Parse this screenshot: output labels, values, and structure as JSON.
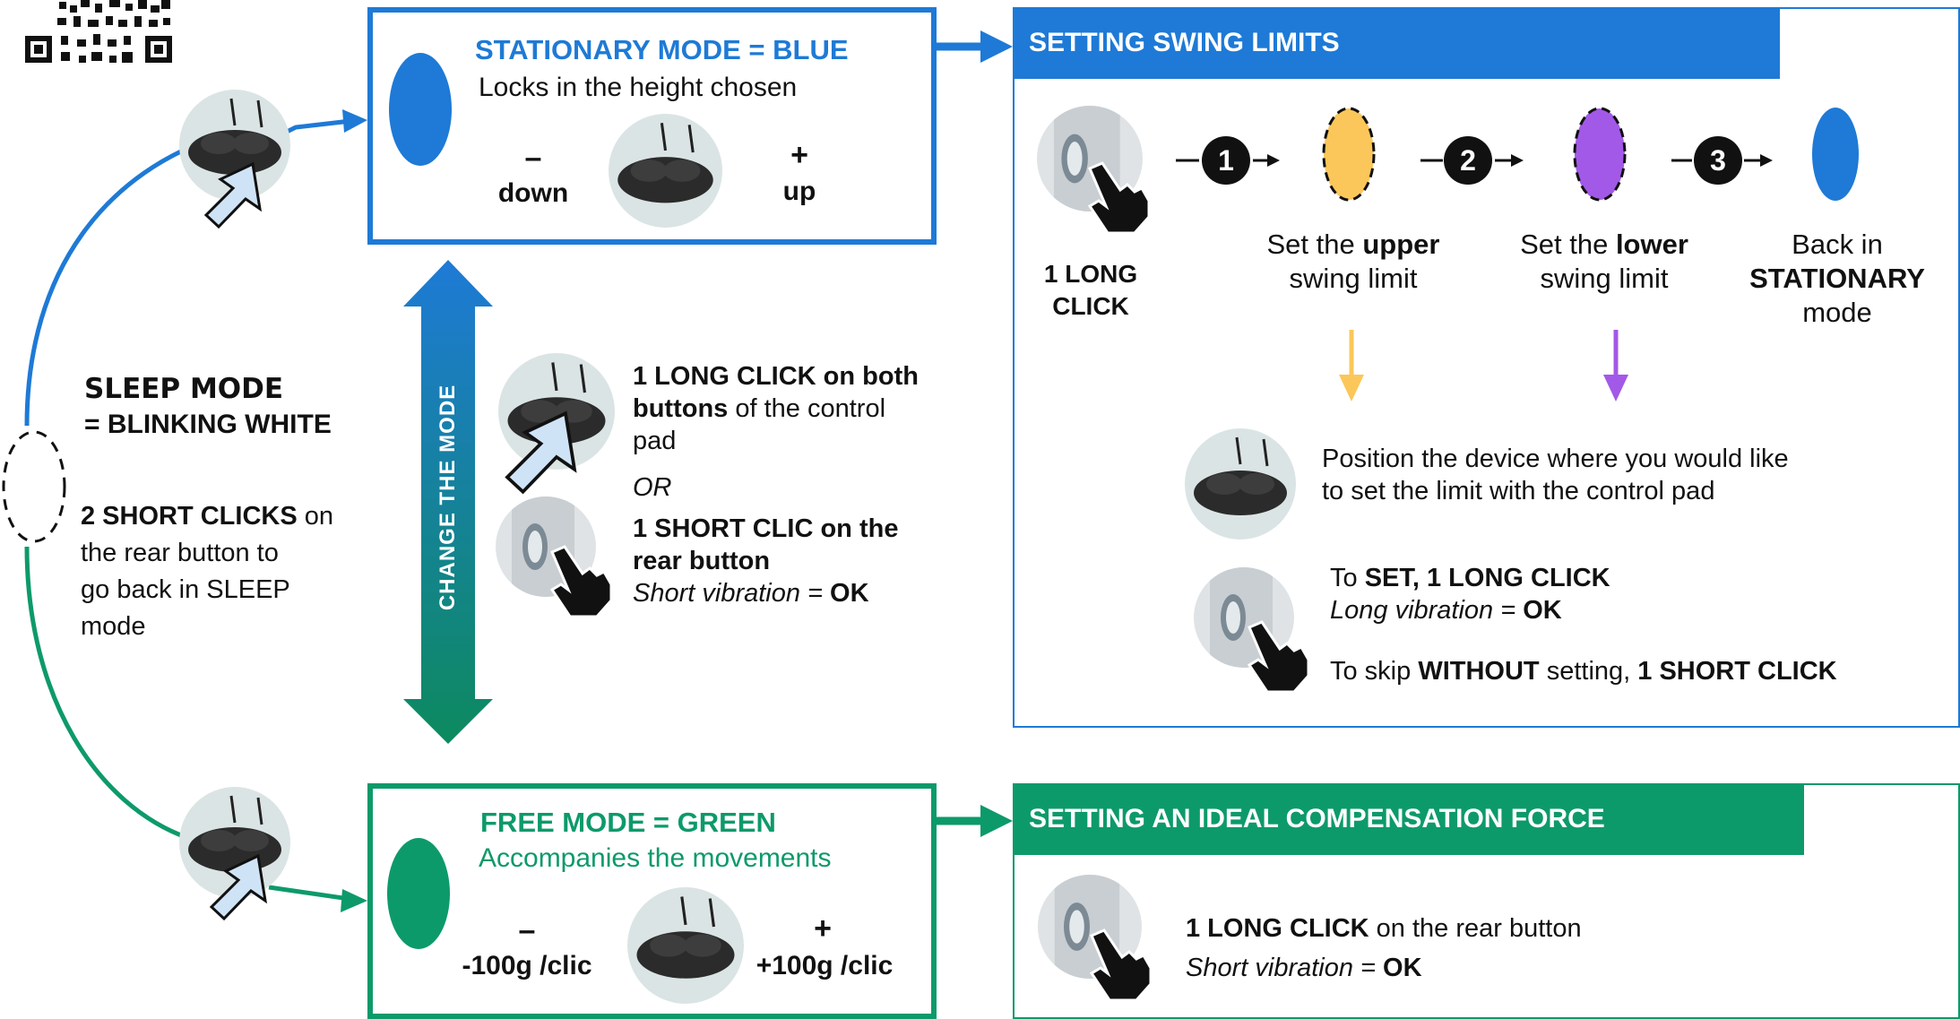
{
  "stationary": {
    "title": "STATIONARY MODE = BLUE",
    "subtitle": "Locks in the height chosen",
    "minus": "–",
    "minus_label": "down",
    "plus": "+",
    "plus_label": "up"
  },
  "free": {
    "title": "FREE MODE = GREEN",
    "subtitle": "Accompanies the movements",
    "minus": "–",
    "minus_label": "-100g /clic",
    "plus": "+",
    "plus_label": "+100g /clic"
  },
  "sleep": {
    "title": "SLEEP MODE",
    "subtitle": "= BLINKING WHITE",
    "clicks_bold": "2 SHORT CLICKS",
    "clicks_rest1": " on",
    "clicks_line2": "the rear button to",
    "clicks_line3": "go back in SLEEP",
    "clicks_line4": "mode"
  },
  "change_mode": {
    "label": "CHANGE THE MODE",
    "long_click_bold1": "1 LONG CLICK on both",
    "long_click_bold2": "buttons",
    "long_click_rest2": " of the control",
    "long_click_line3": "pad",
    "or": "OR",
    "short_clic_bold1": "1 SHORT CLIC on the",
    "short_clic_bold2": "rear button",
    "vibration_text": "Short vibration = ",
    "vibration_ok": "OK"
  },
  "swing": {
    "header": "SETTING SWING LIMITS",
    "long_click1": "1 LONG",
    "long_click2": "CLICK",
    "step1": "1",
    "step2": "2",
    "step3": "3",
    "upper_pre": "Set the ",
    "upper_bold": "upper",
    "upper_line2": "swing limit",
    "lower_pre": "Set the ",
    "lower_bold": "lower",
    "lower_line2": "swing limit",
    "back_line1": "Back in",
    "back_line2": "STATIONARY",
    "back_line3": "mode",
    "position_line1": "Position the device where you would like",
    "position_line2": "to set the limit with the control pad",
    "set_pre": "To ",
    "set_bold": "SET, 1 LONG CLICK",
    "long_vib_text": "Long vibration = ",
    "long_vib_ok": "OK",
    "skip_pre": "To skip ",
    "skip_bold1": "WITHOUT",
    "skip_mid": " setting, ",
    "skip_bold2": "1 SHORT CLICK"
  },
  "compensation": {
    "header": "SETTING AN IDEAL COMPENSATION FORCE",
    "long_click_bold": "1 LONG CLICK",
    "long_click_rest": " on the rear button",
    "vibration_text": "Short vibration = ",
    "vibration_ok": "OK"
  },
  "colors": {
    "blue": "#1e7ad6",
    "green": "#0d9a6a",
    "yellow": "#fbc75a",
    "purple": "#a259e8",
    "pale_blue": "#cfe3f7"
  }
}
